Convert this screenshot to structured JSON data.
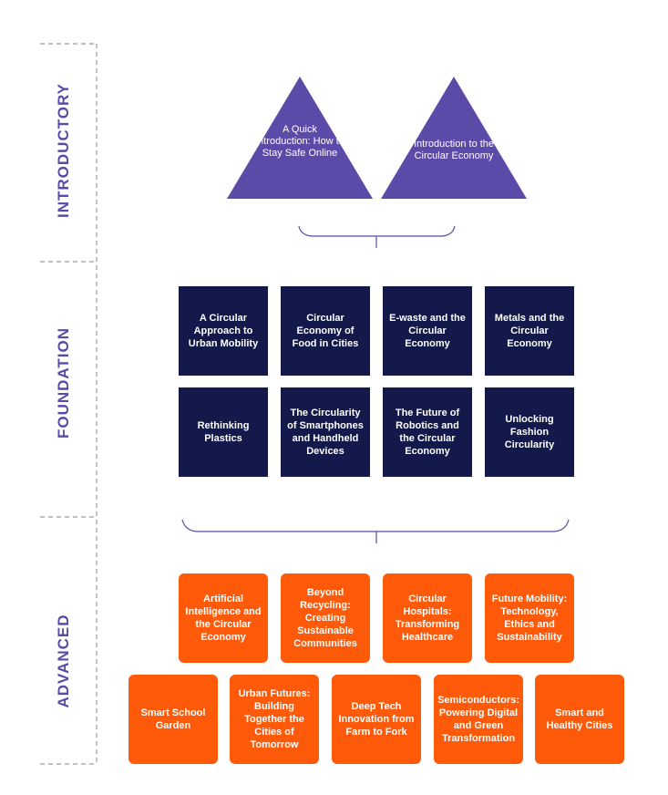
{
  "levels": {
    "introductory": "INTRODUCTORY",
    "foundation": "FOUNDATION",
    "advanced": "ADVANCED"
  },
  "introductory_items": [
    "A Quick Introduction: How to Stay Safe Online",
    "Introduction to the Circular Economy"
  ],
  "foundation_items": [
    "A Circular Approach to Urban Mobility",
    "Circular Economy of Food in Cities",
    "E-waste and the Circular Economy",
    "Metals and the Circular Economy",
    "Rethinking Plastics",
    "The Circularity of Smartphones and Handheld Devices",
    "The Future of Robotics and the Circular Economy",
    "Unlocking Fashion Circularity"
  ],
  "advanced_items": [
    "Artificial Intelligence and the Circular Economy",
    "Beyond Recycling: Creating Sustainable Communities",
    "Circular Hospitals: Transforming Healthcare",
    "Future Mobility: Technology, Ethics and Sustainability",
    "Smart School Garden",
    "Urban Futures: Building Together the Cities of Tomorrow",
    "Deep Tech Innovation from Farm to Fork",
    "Semiconductors: Powering Digital and Green Transformation",
    "Smart and Healthy Cities"
  ],
  "colors": {
    "purple": "#5b4aa8",
    "navy": "#13194a",
    "orange": "#ff5a0a",
    "dashed_line": "#9a9a9a"
  }
}
